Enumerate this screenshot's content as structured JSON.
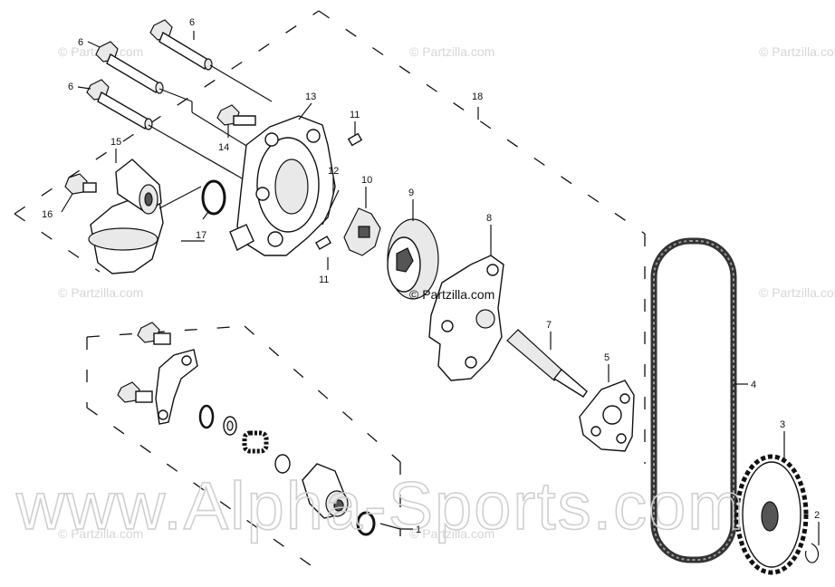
{
  "watermarks": {
    "small": "© Partzilla.com",
    "center": "© Partzilla.com",
    "big": "www.Alpha-Sports.com"
  },
  "callouts": {
    "p1": "1",
    "p2": "2",
    "p3": "3",
    "p4": "4",
    "p5": "5",
    "p6a": "6",
    "p6b": "6",
    "p6c": "6",
    "p7": "7",
    "p8": "8",
    "p9": "9",
    "p10": "10",
    "p11a": "11",
    "p11b": "11",
    "p12": "12",
    "p13": "13",
    "p14": "14",
    "p15": "15",
    "p16": "16",
    "p17": "17",
    "p18": "18"
  }
}
